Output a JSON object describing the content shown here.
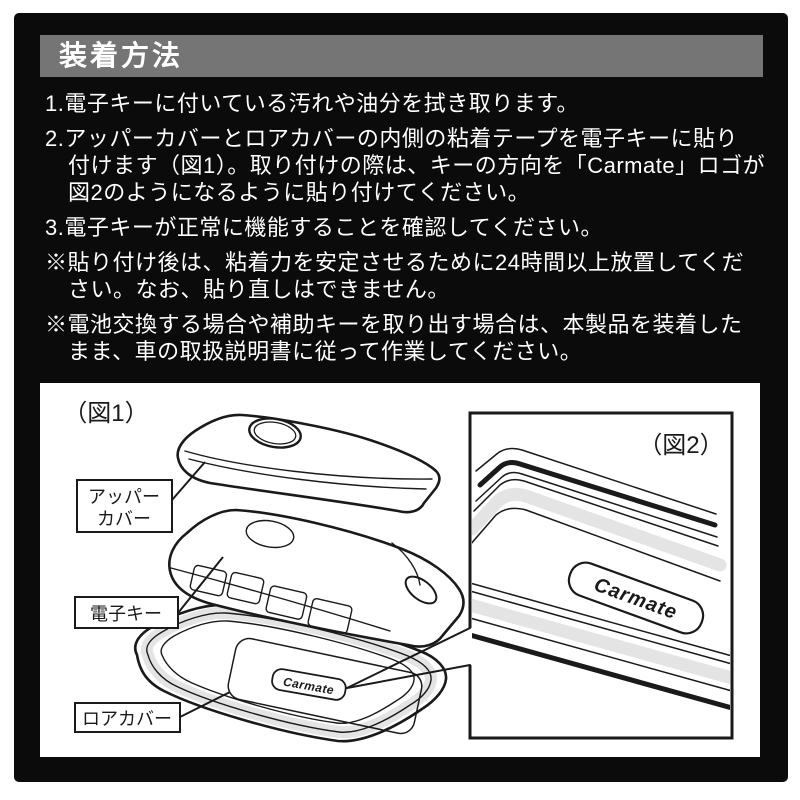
{
  "header": {
    "title": "装着方法"
  },
  "instructions": [
    {
      "lines": [
        "1.電子キーに付いている汚れや油分を拭き取ります。"
      ]
    },
    {
      "lines": [
        "2.アッパーカバーとロアカバーの内側の粘着テープを電子キーに貼り",
        "付けます（図1）。取り付けの際は、キーの方向を「Carmate」ロゴが",
        "図2のようになるように貼り付けてください。"
      ]
    },
    {
      "lines": [
        "3.電子キーが正常に機能することを確認してください。"
      ]
    },
    {
      "lines": [
        "※貼り付け後は、粘着力を安定させるために24時間以上放置してくだ",
        "さい。なお、貼り直しはできません。"
      ]
    },
    {
      "lines": [
        "※電池交換する場合や補助キーを取り出す場合は、本製品を装着した",
        "まま、車の取扱説明書に従って作業してください。"
      ]
    }
  ],
  "figure1": {
    "caption": "（図1）",
    "label_upper_cover_line1": "アッパー",
    "label_upper_cover_line2": "カバー",
    "label_key": "電子キー",
    "label_lower_cover": "ロアカバー",
    "logo": "Carmate"
  },
  "figure2": {
    "caption": "（図2）",
    "logo": "Carmate"
  },
  "colors": {
    "frame": "#0b0b0b",
    "header_bar": "#757575",
    "body_text": "#ffffff",
    "line_art": "#1a1a1a",
    "shade_gray": "#e4e4e4",
    "panel": "#ffffff"
  }
}
